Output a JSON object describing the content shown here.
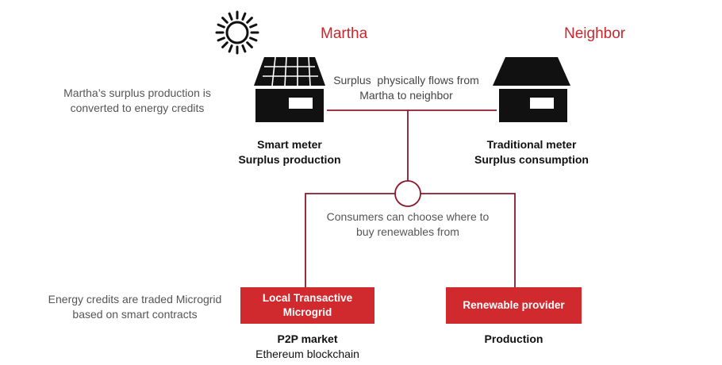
{
  "people": {
    "martha": "Martha",
    "neighbor": "Neighbor"
  },
  "notes": {
    "surplus_converted_line1": "Martha’s surplus production is",
    "surplus_converted_line2": "converted to energy credits",
    "flow_line1": "Surplus  physically flows from",
    "flow_line2": "Martha to neighbor",
    "choose_line1": "Consumers can choose where to",
    "choose_line2": "buy renewables from",
    "credits_line1": "Energy credits are traded Microgrid",
    "credits_line2": "based on smart contracts"
  },
  "meters": {
    "martha_line1": "Smart meter",
    "martha_line2": "Surplus production",
    "neighbor_line1": "Traditional meter",
    "neighbor_line2": "Surplus consumption"
  },
  "boxes": {
    "local_line1": "Local Transactive",
    "local_line2": "Microgrid",
    "renewable": "Renewable provider"
  },
  "box_labels": {
    "local_line1": "P2P market",
    "local_line2": "Ethereum blockchain",
    "renewable": "Production"
  },
  "icons": {
    "sun": "sun-icon",
    "martha_house": "solar-house-icon",
    "neighbor_house": "house-icon"
  },
  "colors": {
    "accent_red": "#c8282d",
    "box_red": "#d02a2f",
    "line_dark_red": "#8b1a2b",
    "icon_black": "#111111"
  }
}
